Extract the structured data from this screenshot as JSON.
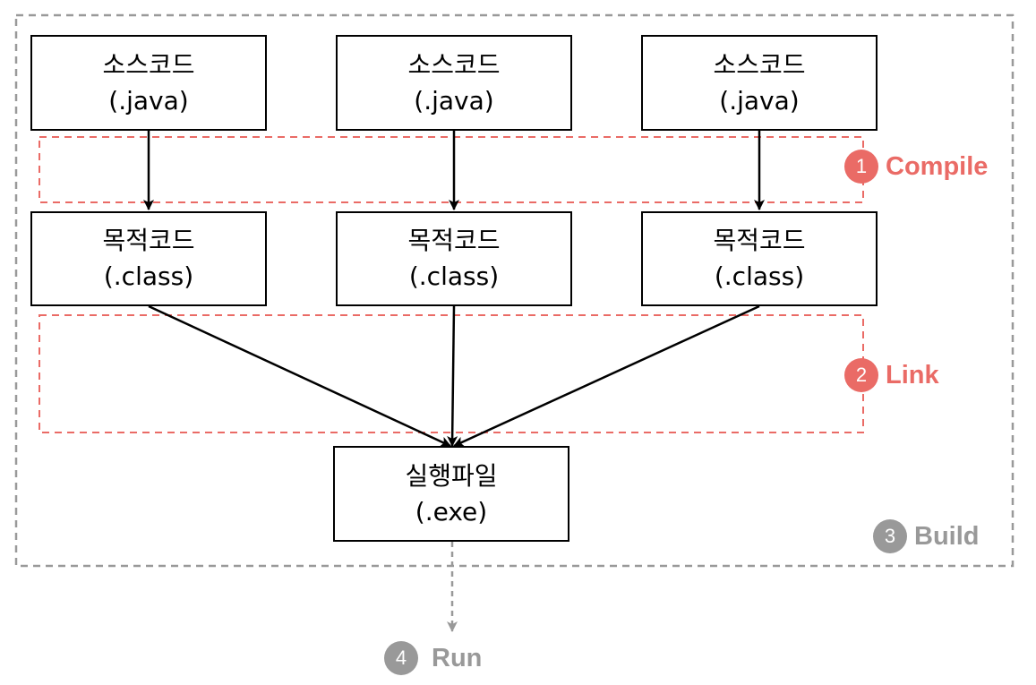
{
  "colors": {
    "stage_red": "#ea6b66",
    "stage_gray": "#999999",
    "stroke": "#000000"
  },
  "source_files": [
    {
      "title": "소스코드",
      "ext": "(.java)"
    },
    {
      "title": "소스코드",
      "ext": "(.java)"
    },
    {
      "title": "소스코드",
      "ext": "(.java)"
    }
  ],
  "object_files": [
    {
      "title": "목적코드",
      "ext": "(.class)"
    },
    {
      "title": "목적코드",
      "ext": "(.class)"
    },
    {
      "title": "목적코드",
      "ext": "(.class)"
    }
  ],
  "executable": {
    "title": "실행파일",
    "ext": "(.exe)"
  },
  "stages": {
    "compile": {
      "number": "1",
      "label": "Compile"
    },
    "link": {
      "number": "2",
      "label": "Link"
    },
    "build": {
      "number": "3",
      "label": "Build"
    },
    "run": {
      "number": "4",
      "label": "Run"
    }
  }
}
